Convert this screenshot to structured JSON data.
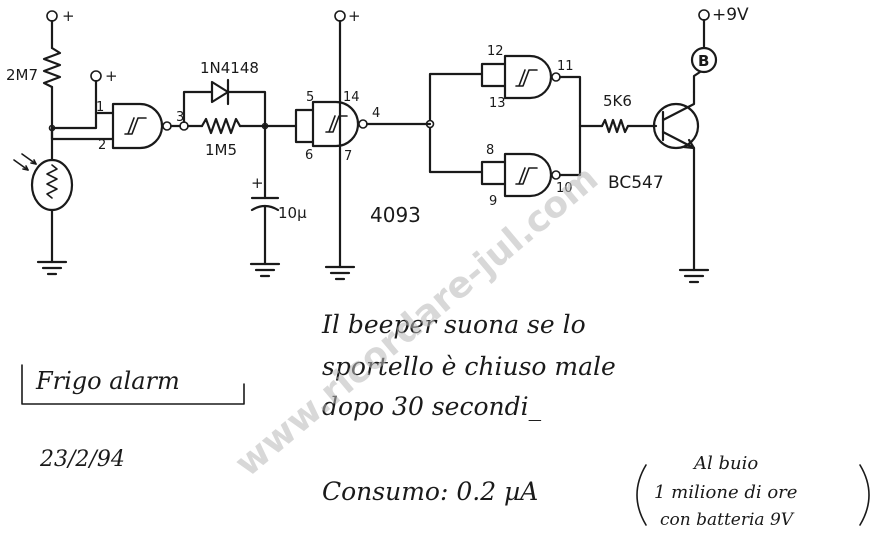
{
  "schematic": {
    "supply_plus": "+",
    "supply_9v": "+9V",
    "r1_value": "2M7",
    "diode": "1N4148",
    "r2_value": "1M5",
    "cap_value": "10µ",
    "cap_plus": "+",
    "chip": "4093",
    "r3_value": "5K6",
    "transistor": "BC547",
    "buzzer": "B",
    "pins": {
      "p1": "1",
      "p2": "2",
      "p3": "3",
      "p4": "4",
      "p5": "5",
      "p6": "6",
      "p7": "7",
      "p8": "8",
      "p9": "9",
      "p10": "10",
      "p11": "11",
      "p12": "12",
      "p13": "13",
      "p14": "14"
    }
  },
  "notes": {
    "title": "Frigo alarm",
    "date": "23/2/94",
    "desc_line1": "Il beeper suona se lo",
    "desc_line2": "sportello è chiuso male",
    "desc_line3": "dopo 30 secondi_",
    "consumption": "Consumo: 0.2 µA",
    "paren_line1": "Al buio",
    "paren_line2": "1 milione di ore",
    "paren_line3": "con batteria 9V"
  },
  "watermark": "www.ricordare-jul.com"
}
